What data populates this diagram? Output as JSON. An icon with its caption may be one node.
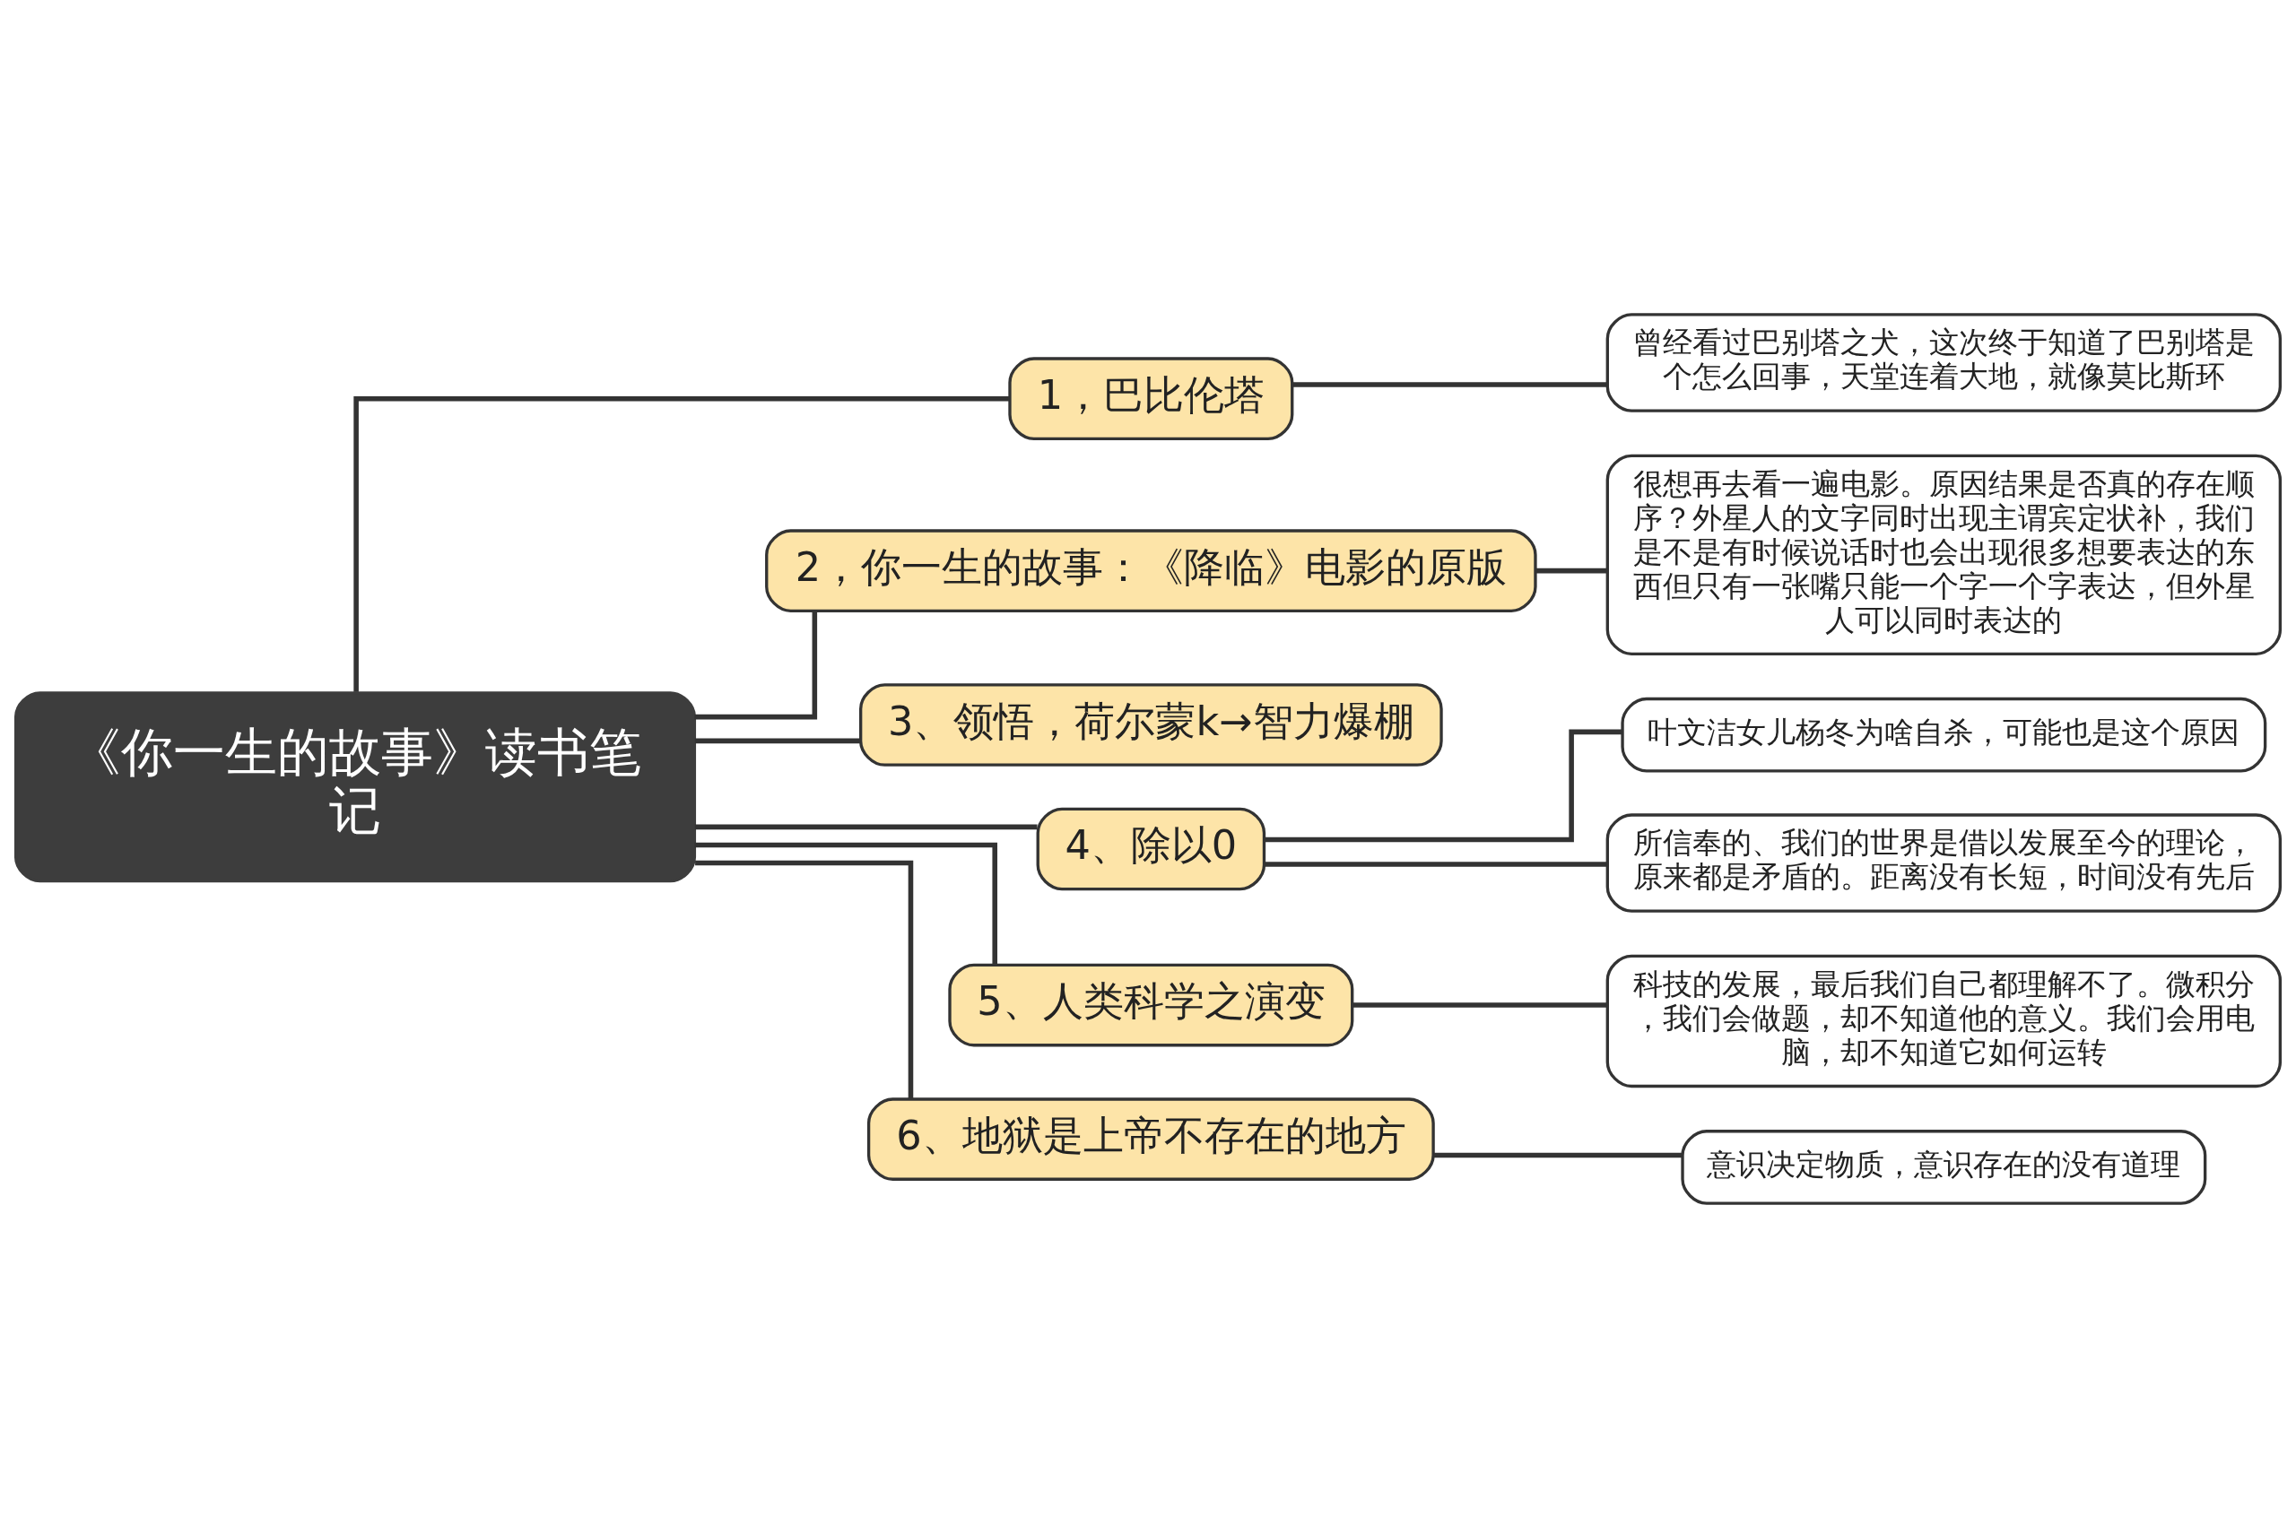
{
  "diagram": {
    "nodes": [
      {
        "text": [
          "《你一生的故事》读书笔记"
        ]
      },
      {
        "text": [
          "1，巴比伦塔"
        ]
      },
      {
        "text": [
          "曾经看过巴别塔之犬，这次终于知道了巴别塔是个怎么回事，天堂连着大地，就像莫比斯环"
        ]
      },
      {
        "text": [
          "2，你一生的故事：《降临》电影的原版"
        ]
      },
      {
        "text": [
          "很想再去看一遍电影。原因结果是否真的存在顺序？外星人的文字同时出现主谓宾定状补，我们是不是有时候说话时也会出现很多想要表达的东西但只有一张嘴只能一个字一个字表达，但外星人可以同时表达的"
        ]
      },
      {
        "text": [
          "3、领悟，荷尔蒙k→智力爆棚"
        ]
      },
      {
        "text": [
          "4、除以0"
        ]
      },
      {
        "text": [
          "叶文洁女儿杨冬为啥自杀，可能也是这个原因"
        ]
      },
      {
        "text": [
          "所信奉的、我们的世界是借以发展至今的理论，原来都是矛盾的。距离没有长短，时间没有先后"
        ]
      },
      {
        "text": [
          "5、人类科学之演变"
        ]
      },
      {
        "text": [
          "科技的发展，最后我们自己都理解不了。微积分，我们会做题，却不知道他的意义。我们会用电脑，却不知道它如何运转"
        ]
      },
      {
        "text": [
          "6、地狱是上帝不存在的地方"
        ]
      },
      {
        "text": [
          "意识决定物质，意识存在的没有道理"
        ]
      }
    ],
    "edges": [
      {
        "from": 0,
        "to": 1,
        "arrow": "none"
      },
      {
        "from": 1,
        "to": 2,
        "arrow": "none"
      },
      {
        "from": 0,
        "to": 3,
        "arrow": "none"
      },
      {
        "from": 3,
        "to": 4,
        "arrow": "none"
      },
      {
        "from": 0,
        "to": 5,
        "arrow": "none"
      },
      {
        "from": 0,
        "to": 6,
        "arrow": "none"
      },
      {
        "from": 6,
        "to": 7,
        "arrow": "none"
      },
      {
        "from": 6,
        "to": 8,
        "arrow": "none"
      },
      {
        "from": 0,
        "to": 9,
        "arrow": "none"
      },
      {
        "from": 9,
        "to": 10,
        "arrow": "none"
      },
      {
        "from": 0,
        "to": 11,
        "arrow": "none"
      },
      {
        "from": 11,
        "to": 12,
        "arrow": "none"
      }
    ]
  }
}
